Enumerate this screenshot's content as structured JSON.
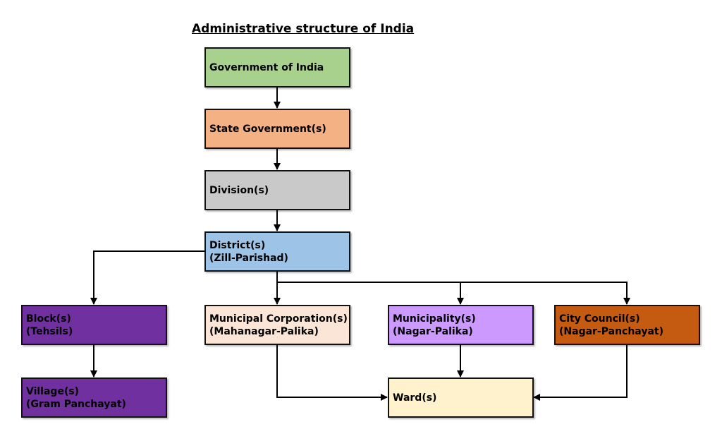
{
  "title": "Administrative structure of India",
  "colors": {
    "government": "#a9d18e",
    "state": "#f4b183",
    "division": "#c9c9c9",
    "district": "#9dc3e6",
    "block": "#7030a0",
    "village": "#7030a0",
    "municipal_corporation": "#fbe5d6",
    "municipality": "#cc99ff",
    "city_council": "#c55a11",
    "ward": "#fff2cc",
    "edge": "#000000"
  },
  "nodes": {
    "government": {
      "line1": "Government of India",
      "line2": ""
    },
    "state": {
      "line1": "State Government(s)",
      "line2": ""
    },
    "division": {
      "line1": "Division(s)",
      "line2": ""
    },
    "district": {
      "line1": "District(s)",
      "line2": "(Zill-Parishad)"
    },
    "block": {
      "line1": "Block(s)",
      "line2": "(Tehsils)"
    },
    "village": {
      "line1": "Village(s)",
      "line2": "(Gram Panchayat)"
    },
    "municipal_corporation": {
      "line1": "Municipal Corporation(s)",
      "line2": "(Mahanagar-Palika)"
    },
    "municipality": {
      "line1": "Municipality(s)",
      "line2": "(Nagar-Palika)"
    },
    "city_council": {
      "line1": "City Council(s)",
      "line2": "(Nagar-Panchayat)"
    },
    "ward": {
      "line1": "Ward(s)",
      "line2": ""
    }
  },
  "edges": [
    {
      "from": "government",
      "to": "state"
    },
    {
      "from": "state",
      "to": "division"
    },
    {
      "from": "division",
      "to": "district"
    },
    {
      "from": "district",
      "to": "block"
    },
    {
      "from": "district",
      "to": "municipal_corporation"
    },
    {
      "from": "district",
      "to": "municipality"
    },
    {
      "from": "district",
      "to": "city_council"
    },
    {
      "from": "block",
      "to": "village"
    },
    {
      "from": "municipal_corporation",
      "to": "ward"
    },
    {
      "from": "municipality",
      "to": "ward"
    },
    {
      "from": "city_council",
      "to": "ward"
    }
  ]
}
